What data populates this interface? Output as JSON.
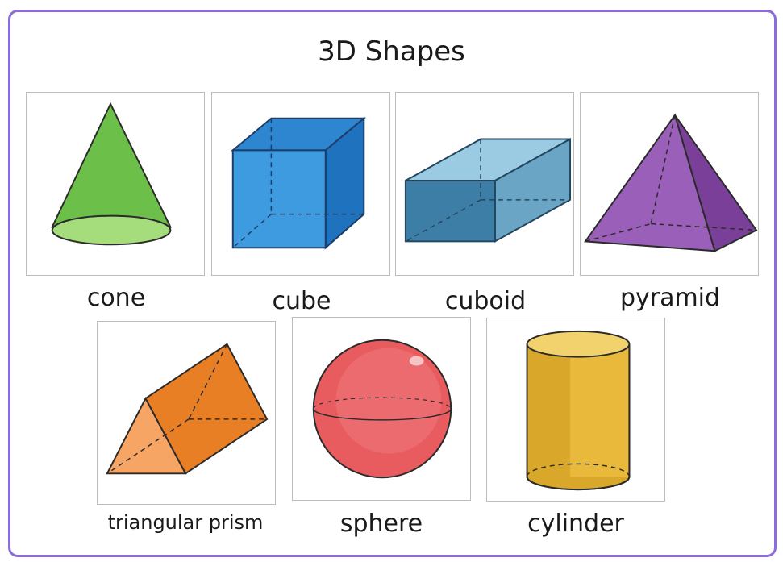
{
  "title": "3D Shapes",
  "shapes": [
    {
      "label": "cone",
      "icon": "cone-icon",
      "color": "#6cc04a"
    },
    {
      "label": "cube",
      "icon": "cube-icon",
      "color": "#3a8fd8"
    },
    {
      "label": "cuboid",
      "icon": "cuboid-icon",
      "color": "#4b8fb5"
    },
    {
      "label": "pyramid",
      "icon": "pyramid-icon",
      "color": "#8e52a8"
    },
    {
      "label": "triangular prism",
      "icon": "triangular-prism-icon",
      "color": "#f28a30"
    },
    {
      "label": "sphere",
      "icon": "sphere-icon",
      "color": "#e85c60"
    },
    {
      "label": "cylinder",
      "icon": "cylinder-icon",
      "color": "#e8b93a"
    }
  ],
  "colors": {
    "frame": "#8c6bde",
    "card_border": "#bdbdbd"
  }
}
